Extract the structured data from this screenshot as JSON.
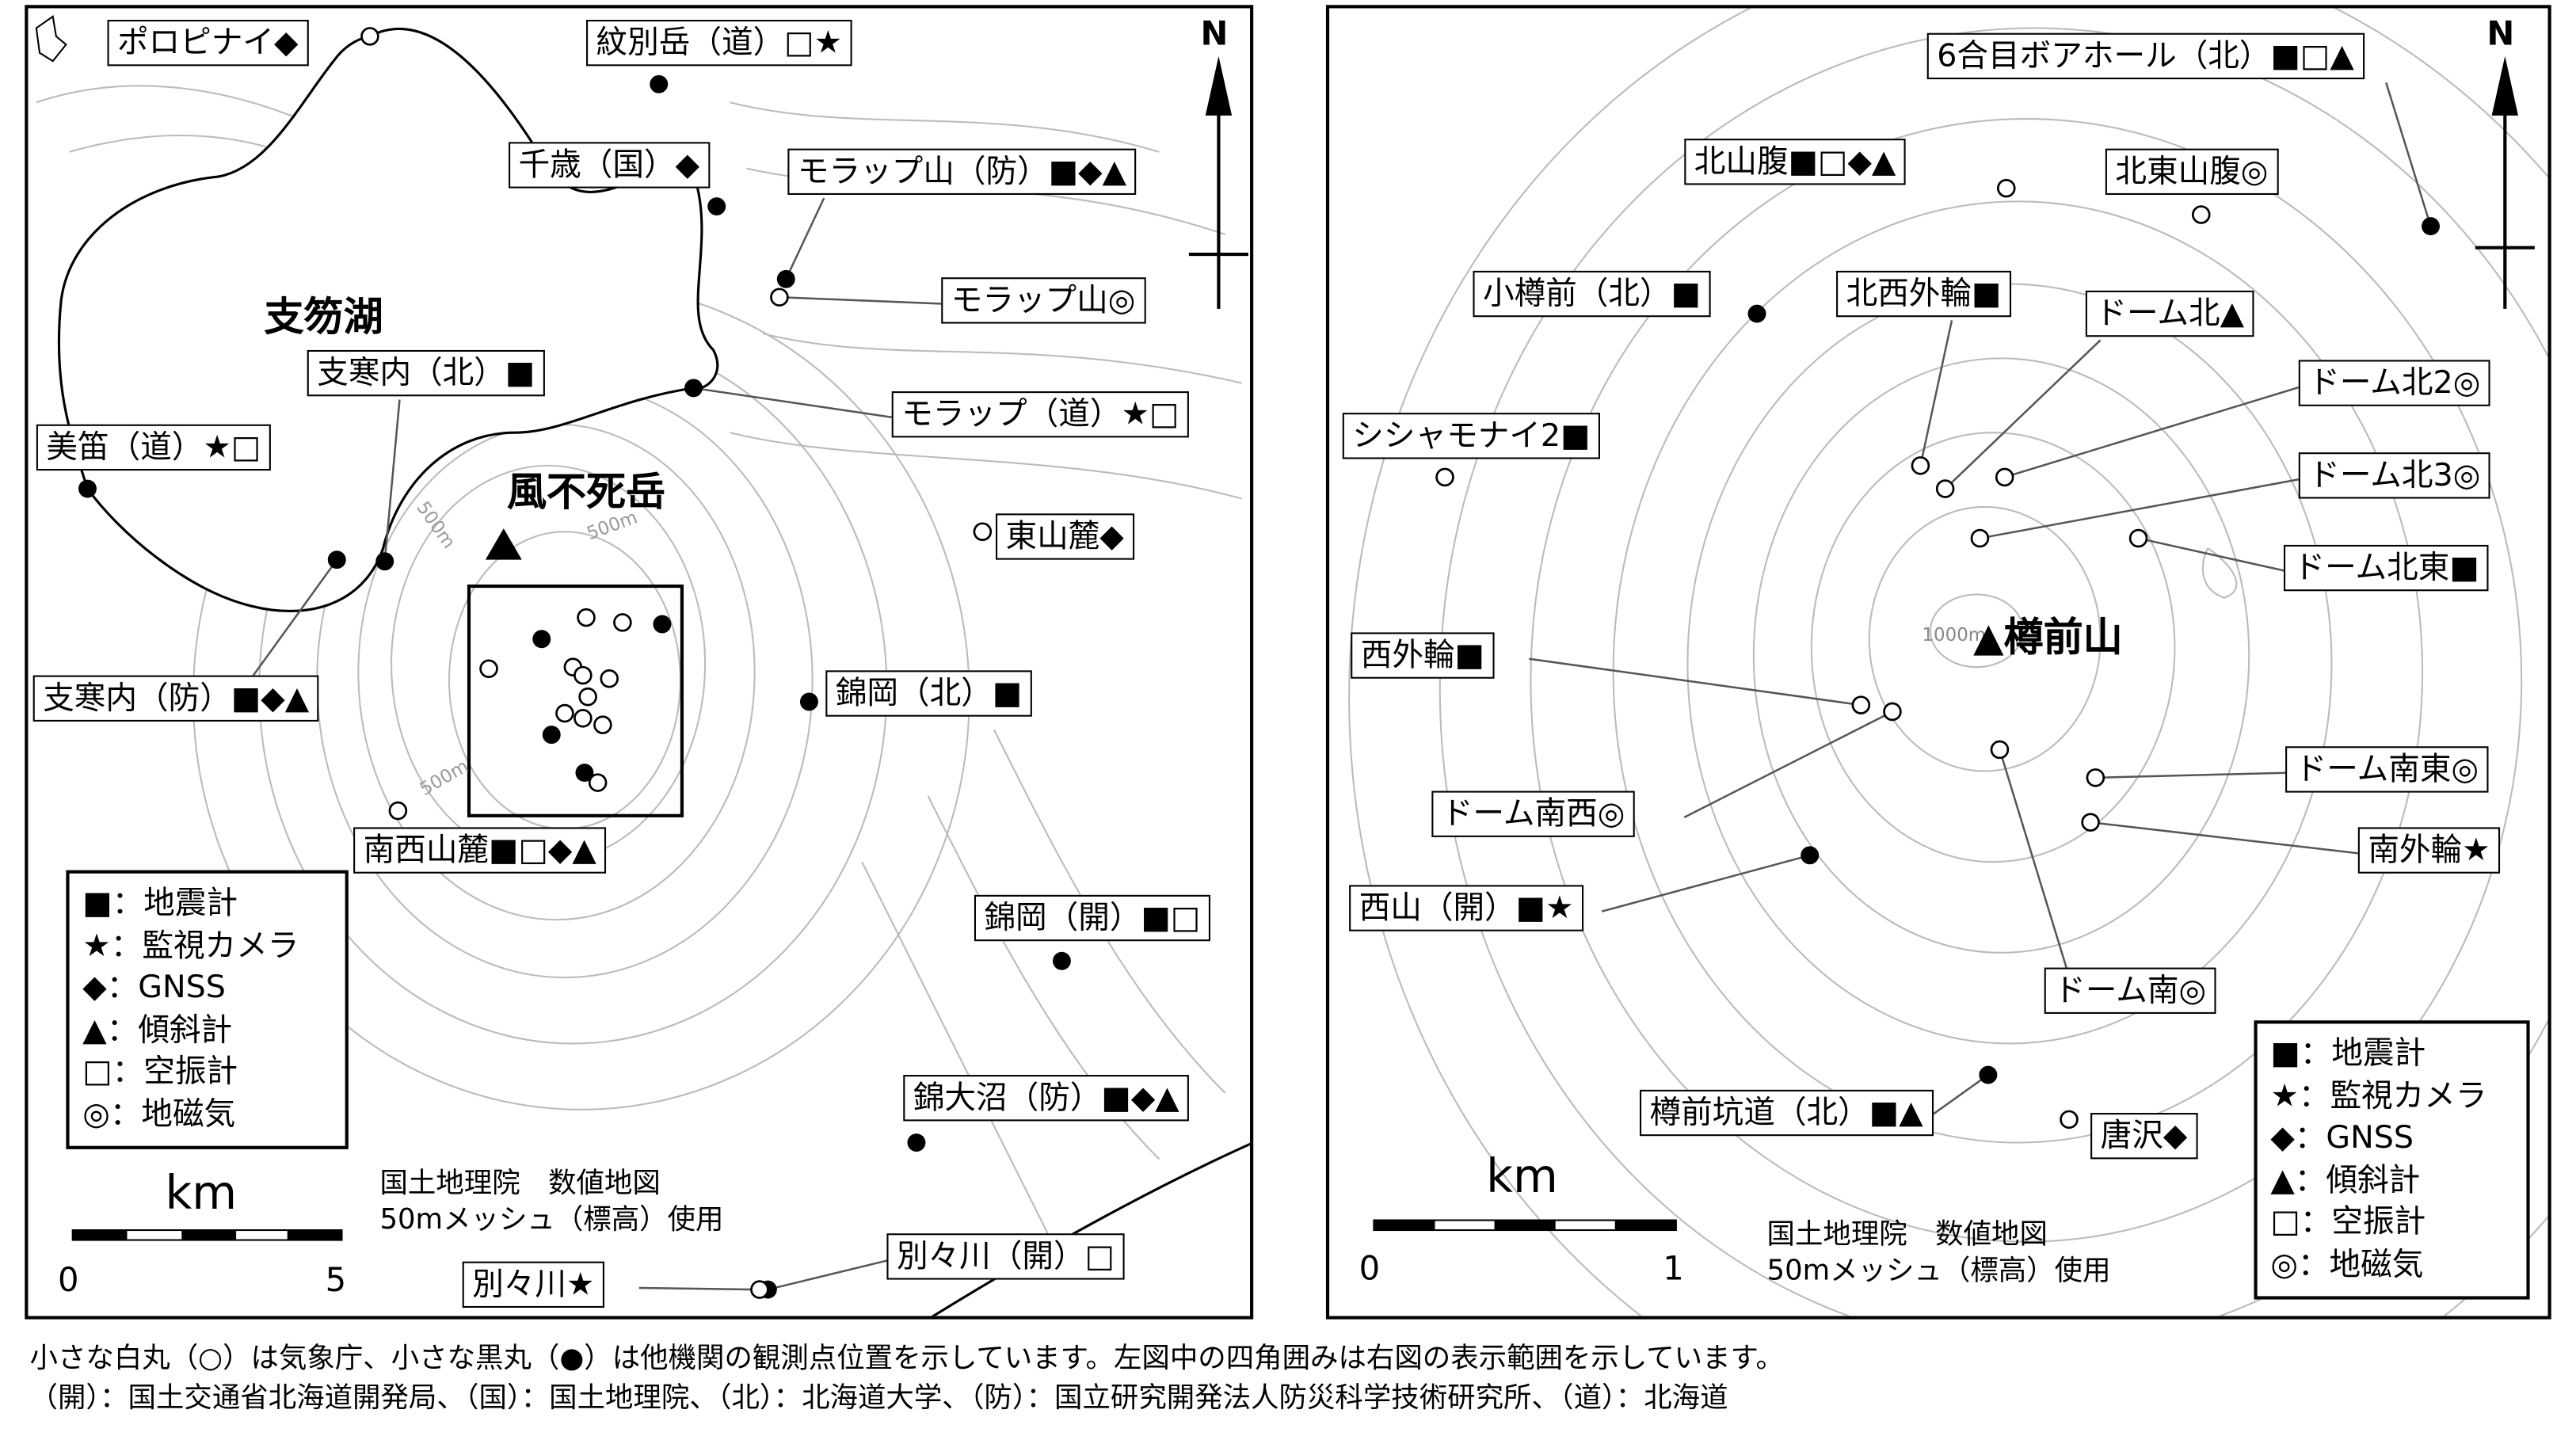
{
  "left_map": {
    "lake_name": "支笏湖",
    "volcano_name": "風不死岳",
    "stations": [
      "ポロピナイ◆",
      "紋別岳（道）□★",
      "千歳（国）◆",
      "モラップ山（防）■◆▲",
      "モラップ山◎",
      "支寒内（北）■",
      "モラップ（道）★□",
      "美笛（道）★□",
      "東山麓◆",
      "支寒内（防）■◆▲",
      "錦岡（北）■",
      "南西山麓■□◆▲",
      "錦岡（開）■□",
      "錦大沼（防）■◆▲",
      "別々川（開）□",
      "別々川★"
    ],
    "contour_labels": [
      "500m",
      "500m",
      "500m"
    ],
    "scale": {
      "unit": "km",
      "start": "0",
      "end": "5"
    },
    "attribution": [
      "国土地理院　数値地図",
      "50mメッシュ（標高）使用"
    ],
    "north": "N"
  },
  "right_map": {
    "volcano_name": "▲樽前山",
    "contour_label": "1000m",
    "stations": [
      "6合目ボアホール（北）■□▲",
      "北山腹■□◆▲",
      "北東山腹◎",
      "小樽前（北）■",
      "北西外輪■",
      "ドーム北▲",
      "ドーム北2◎",
      "シシャモナイ2■",
      "ドーム北3◎",
      "ドーム北東■",
      "西外輪■",
      "ドーム南東◎",
      "ドーム南西◎",
      "南外輪★",
      "西山（開）■★",
      "ドーム南◎",
      "樽前坑道（北）■▲",
      "唐沢◆"
    ],
    "scale": {
      "unit": "km",
      "start": "0",
      "end": "1"
    },
    "attribution": [
      "国土地理院　数値地図",
      "50mメッシュ（標高）使用"
    ],
    "north": "N"
  },
  "legend": [
    "■：地震計",
    "★：監視カメラ",
    "◆：GNSS",
    "▲：傾斜計",
    "□：空振計",
    "◎：地磁気"
  ],
  "caption": [
    "小さな白丸（○）は気象庁、小さな黒丸（●）は他機関の観測点位置を示しています。左図中の四角囲みは右図の表示範囲を示しています。",
    "（開）：国土交通省北海道開発局、（国）：国土地理院、（北）：北海道大学、（防）：国立研究開発法人防災科学技術研究所、（道）：北海道"
  ]
}
